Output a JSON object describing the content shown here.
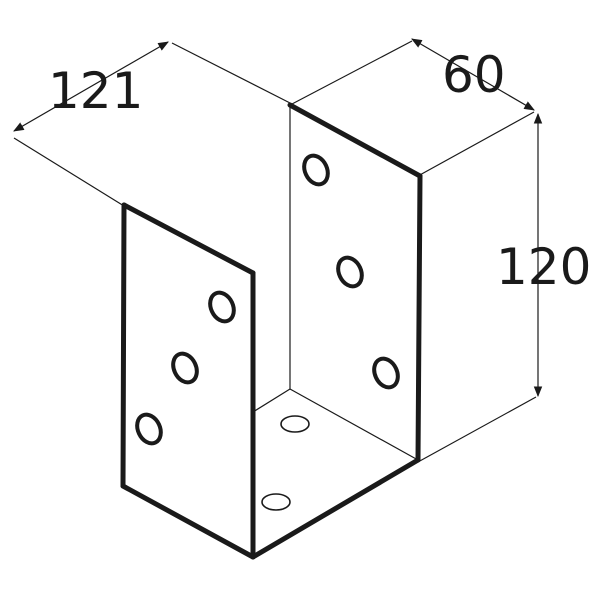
{
  "dimensions": {
    "width": "121",
    "depth": "60",
    "height": "120"
  },
  "colors": {
    "line": "#1a1a1a",
    "background": "#ffffff"
  }
}
